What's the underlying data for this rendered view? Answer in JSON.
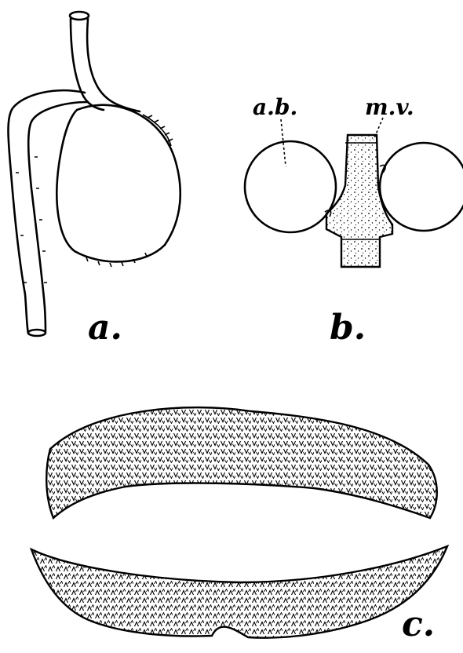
{
  "figure": {
    "panel_a": {
      "letter": "a."
    },
    "panel_b": {
      "letter": "b.",
      "label_left": "a.b.",
      "label_right": "m.v."
    },
    "panel_c": {
      "letter": "c."
    }
  },
  "colors": {
    "ink": "#000000",
    "paper": "#ffffff"
  }
}
